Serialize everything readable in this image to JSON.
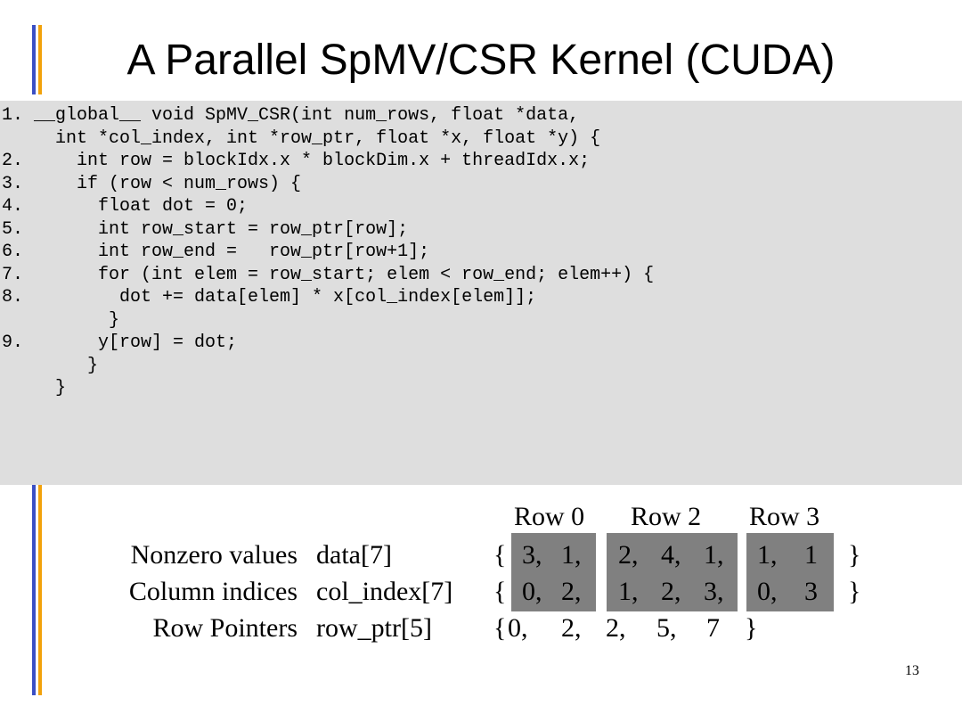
{
  "title": "A Parallel SpMV/CSR Kernel (CUDA)",
  "code_lines": [
    "1. __global__ void SpMV_CSR(int num_rows, float *data,",
    "     int *col_index, int *row_ptr, float *x, float *y) {",
    "2.     int row = blockIdx.x * blockDim.x + threadIdx.x;",
    "3.     if (row < num_rows) {",
    "4.       float dot = 0;",
    "5.       int row_start = row_ptr[row];",
    "6.       int row_end =   row_ptr[row+1];",
    "7.       for (int elem = row_start; elem < row_end; elem++) {",
    "8.         dot += data[elem] * x[col_index[elem]];",
    "          }",
    "9.       y[row] = dot;",
    "        }",
    "     }"
  ],
  "row_headers": [
    "Row 0",
    "Row 2",
    "Row 3"
  ],
  "arrays": {
    "data": {
      "label": "Nonzero values",
      "name": "data[7]",
      "groups": [
        [
          "3,",
          "1,"
        ],
        [
          "2,",
          "4,",
          "1,"
        ],
        [
          "1,",
          "1"
        ]
      ]
    },
    "col_index": {
      "label": "Column indices",
      "name": "col_index[7]",
      "groups": [
        [
          "0,",
          "2,"
        ],
        [
          "1,",
          "2,",
          "3,"
        ],
        [
          "0,",
          "3"
        ]
      ]
    },
    "row_ptr": {
      "label": "Row Pointers",
      "name": "row_ptr[5]",
      "values": [
        "0,",
        "2,",
        "2,",
        "5,",
        "7"
      ]
    }
  },
  "brace_open": "{",
  "brace_close": "}",
  "page_number": "13",
  "colors": {
    "accent_blue": "#3b4fc4",
    "accent_orange": "#f2a20b",
    "code_background": "#dedede",
    "cell_shade": "#808080"
  }
}
